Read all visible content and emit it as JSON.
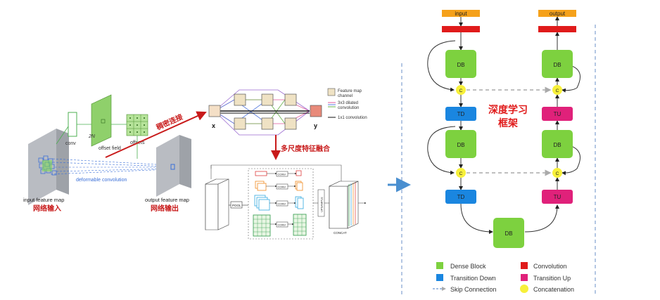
{
  "left": {
    "conv_label": "conv",
    "offset_field_label": "offset field",
    "two_n_label": "2N",
    "offsets_label": "offsets",
    "deformable_label": "deformable convolution",
    "input_map_label": "input feature map",
    "output_map_label": "output feature map",
    "network_input": "网络输入",
    "network_output": "网络输出",
    "dense_conn_label": "稠密连接",
    "multiscale_label": "多尺度特征融合"
  },
  "dense_block_fig": {
    "x_label": "x",
    "y_label": "y",
    "legend": [
      {
        "label": "Feature map",
        "label2": "channel"
      },
      {
        "label": "3x3 dilated",
        "label2": "convolution"
      },
      {
        "label": "1x1 convolution",
        "label2": ""
      }
    ]
  },
  "pool_fig": {
    "pool": "POOL",
    "conv": "CONV",
    "upsample": "UPSAMPLE",
    "concat": "CONCAT"
  },
  "right": {
    "input": "input",
    "output": "output",
    "db": "DB",
    "td": "TD",
    "tu": "TU",
    "c": "C",
    "title_line1": "深度学习",
    "title_line2": "框架",
    "legend": {
      "dense_block": "Dense Block",
      "convolution": "Convolution",
      "transition_down": "Transition Down",
      "transition_up": "Transition Up",
      "skip_connection": "Skip Connection",
      "concatenation": "Concatenation"
    }
  },
  "colors": {
    "accent_red": "#e01b1b",
    "dense_green": "#7dd13f",
    "td_blue": "#1a86e0",
    "tu_pink": "#e0217a",
    "concat_yellow": "#f7f03a",
    "io_orange": "#f5a11b",
    "dashed_blue": "#4a7cc7"
  }
}
